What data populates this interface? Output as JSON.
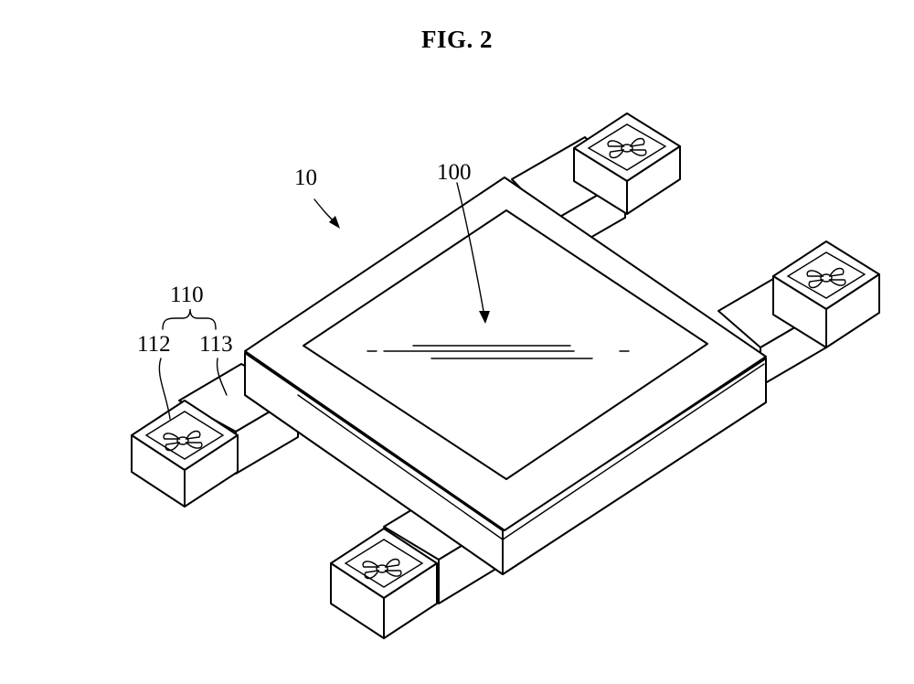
{
  "figure": {
    "title": "FIG. 2"
  },
  "reference_labels": {
    "device": "10",
    "window": "100",
    "group": "110",
    "fan": "112",
    "housing": "113"
  }
}
